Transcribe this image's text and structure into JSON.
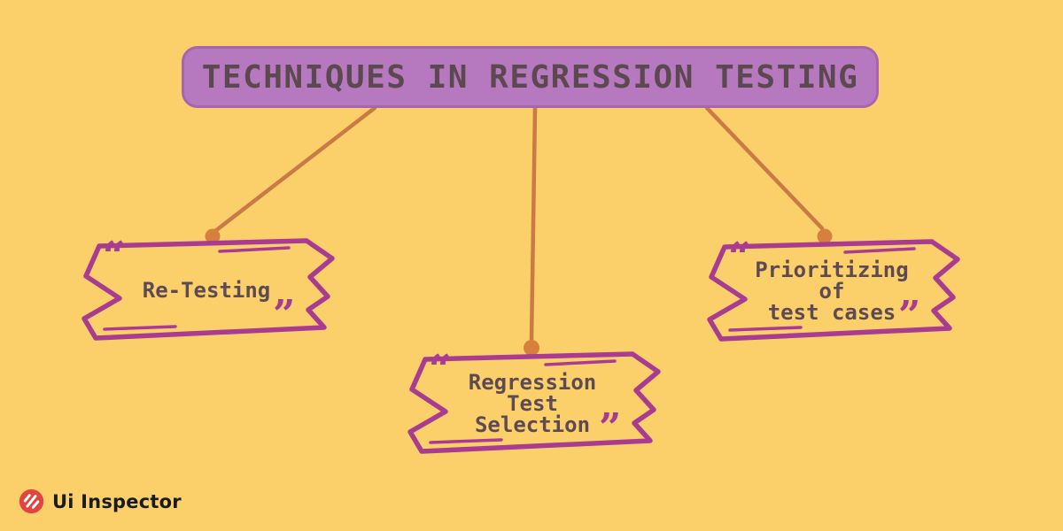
{
  "background_color": "#FBD06A",
  "title": {
    "text": "TECHNIQUES IN REGRESSION TESTING",
    "bg_color": "#B678BE",
    "border_color": "#A765AF",
    "text_color": "#5C4950"
  },
  "connector": {
    "line_color": "#CB7A45",
    "dot_color": "#D5813D"
  },
  "ribbon": {
    "stroke_color": "#A93C90",
    "text_color": "#5D4A52"
  },
  "quotes": {
    "open": "“",
    "close": "”"
  },
  "nodes": [
    {
      "label": "Re-Testing"
    },
    {
      "label": "Regression\nTest\nSelection"
    },
    {
      "label": "Prioritizing\nof\ntest cases"
    }
  ],
  "logo": {
    "text": "Ui Inspector",
    "icon_color": "#E2453F",
    "text_color": "#1B1B1D"
  }
}
